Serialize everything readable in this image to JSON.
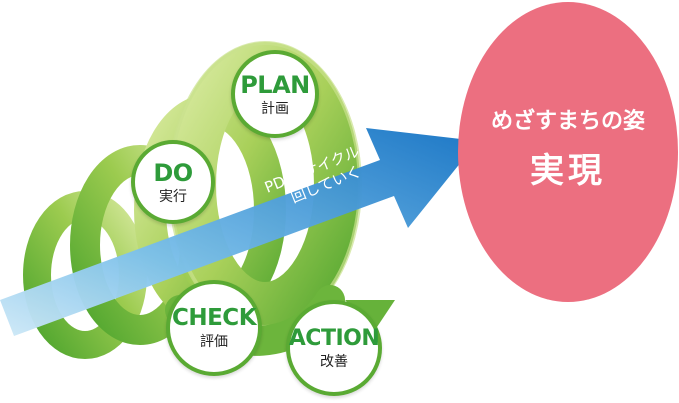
{
  "goal": {
    "line1": "めざすまちの姿",
    "line2": "実現"
  },
  "arrow": {
    "line1": "PDCAサイクルを",
    "line2": "回していく"
  },
  "stages": {
    "plan": {
      "en": "PLAN",
      "jp": "計画"
    },
    "do": {
      "en": "DO",
      "jp": "実行"
    },
    "check": {
      "en": "CHECK",
      "jp": "評価"
    },
    "action": {
      "en": "ACTION",
      "jp": "改善"
    }
  },
  "colors": {
    "spiral_light": "#c6df86",
    "spiral_mid": "#9fcb4e",
    "spiral_dark": "#5aaa33",
    "arrow_blue": "#1f86cf",
    "goal_pink": "#ec6f80",
    "label_green": "#2e9b3a"
  }
}
